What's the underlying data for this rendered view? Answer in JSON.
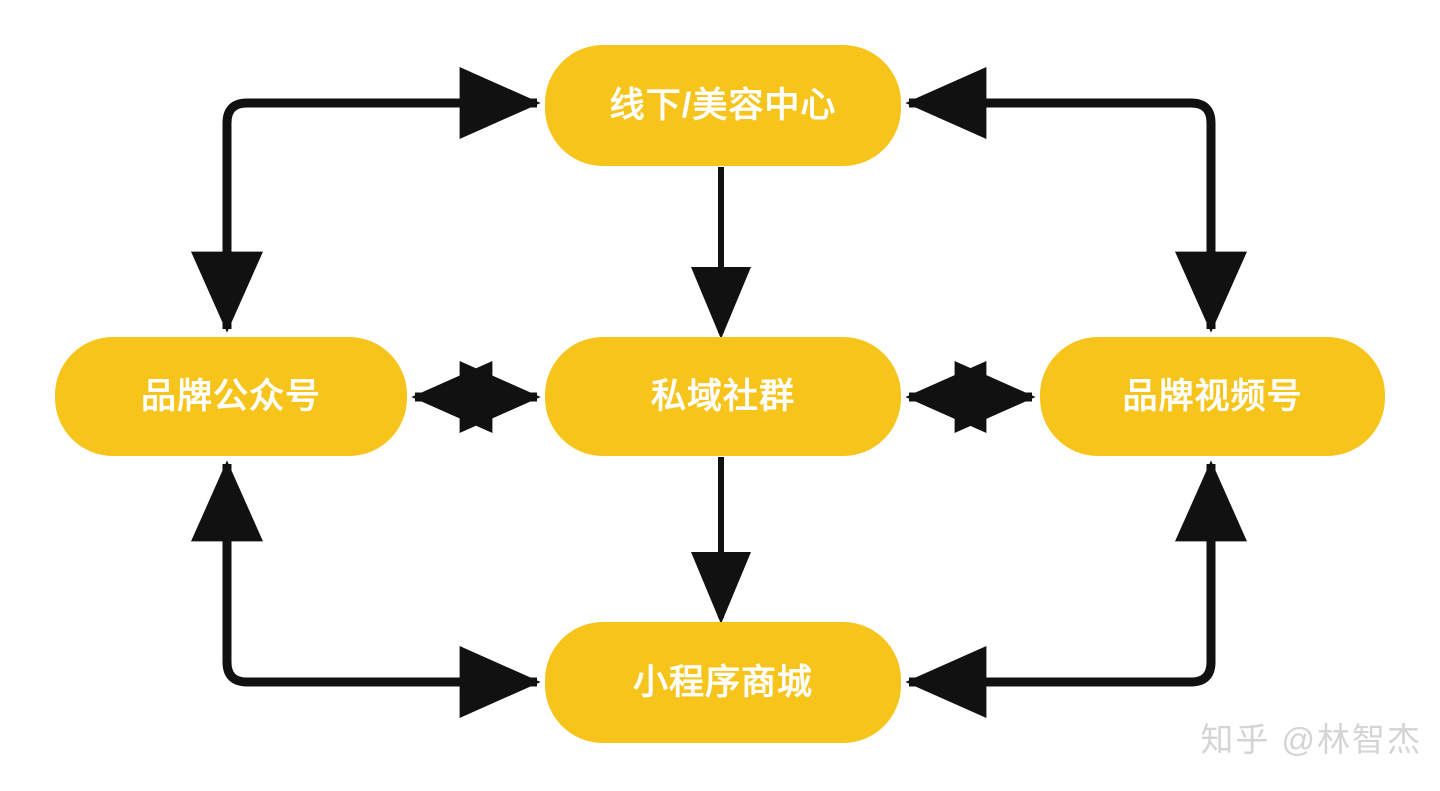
{
  "diagram": {
    "title": "",
    "background_color": "#FFFFFF",
    "node_fill_color": "#F6C41A",
    "node_text_color": "#FFFFFF",
    "connector_color": "#111111",
    "nodes": [
      {
        "id": "offline",
        "label": "线下/美容中心",
        "row": "top",
        "col": "center"
      },
      {
        "id": "official",
        "label": "品牌公众号",
        "row": "middle",
        "col": "left"
      },
      {
        "id": "community",
        "label": "私域社群",
        "row": "middle",
        "col": "center"
      },
      {
        "id": "video",
        "label": "品牌视频号",
        "row": "middle",
        "col": "right"
      },
      {
        "id": "mall",
        "label": "小程序商城",
        "row": "bottom",
        "col": "center"
      }
    ],
    "connectors": [
      {
        "id": "offline-to-community",
        "from": "offline",
        "to": "community",
        "style": "straight-vertical",
        "arrows": "single"
      },
      {
        "id": "community-to-mall",
        "from": "community",
        "to": "mall",
        "style": "straight-vertical",
        "arrows": "single"
      },
      {
        "id": "official-community",
        "from": "official",
        "to": "community",
        "style": "straight-horizontal",
        "arrows": "double"
      },
      {
        "id": "community-video",
        "from": "community",
        "to": "video",
        "style": "straight-horizontal",
        "arrows": "double"
      },
      {
        "id": "official-offline",
        "from": "official",
        "to": "offline",
        "style": "elbow-top-left",
        "arrows": "double"
      },
      {
        "id": "video-offline",
        "from": "video",
        "to": "offline",
        "style": "elbow-top-right",
        "arrows": "double"
      },
      {
        "id": "official-mall",
        "from": "official",
        "to": "mall",
        "style": "elbow-bottom-left",
        "arrows": "double"
      },
      {
        "id": "video-mall",
        "from": "video",
        "to": "mall",
        "style": "elbow-bottom-right",
        "arrows": "double"
      }
    ]
  },
  "watermark": {
    "text": "知乎 @林智杰"
  }
}
